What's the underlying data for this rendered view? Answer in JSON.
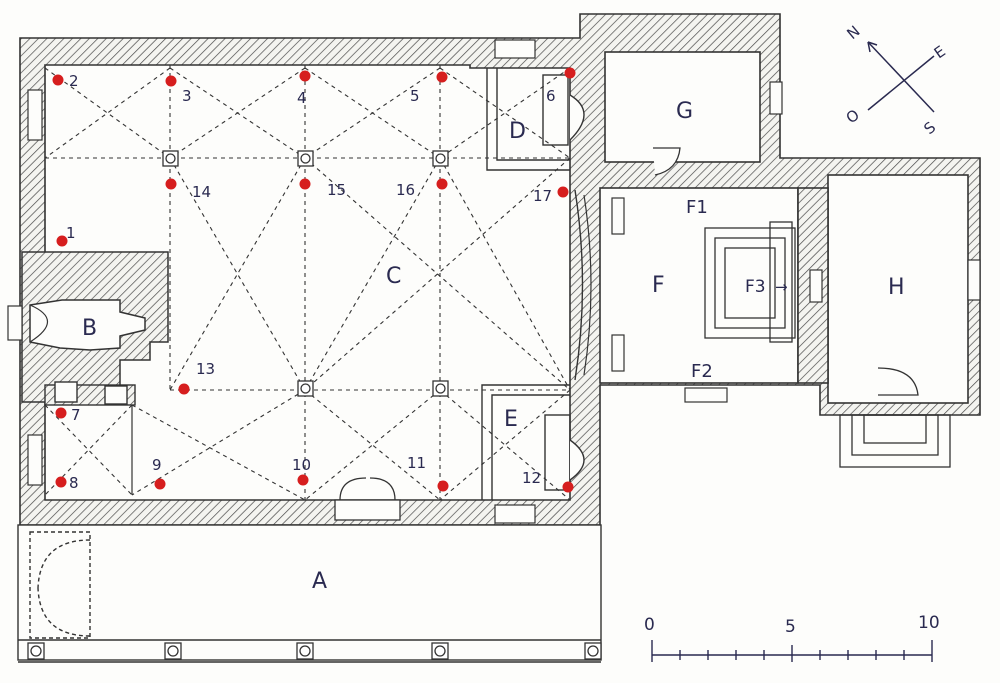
{
  "rooms": {
    "A": "A",
    "B": "B",
    "C": "C",
    "D": "D",
    "E": "E",
    "F": "F",
    "F1": "F1",
    "F2": "F2",
    "F3": "F3",
    "G": "G",
    "H": "H"
  },
  "f3_arrow": "→",
  "points": [
    "1",
    "2",
    "3",
    "4",
    "5",
    "6",
    "7",
    "8",
    "9",
    "10",
    "11",
    "12",
    "13",
    "14",
    "15",
    "16",
    "17"
  ],
  "compass": {
    "n": "N",
    "e": "E",
    "s": "S",
    "o": "O"
  },
  "scale": {
    "zero": "0",
    "five": "5",
    "ten": "10"
  },
  "colors": {
    "ink": "#2a2a50",
    "wall": "#555555",
    "marker": "#d61e1e",
    "paper": "#fdfdfb"
  }
}
